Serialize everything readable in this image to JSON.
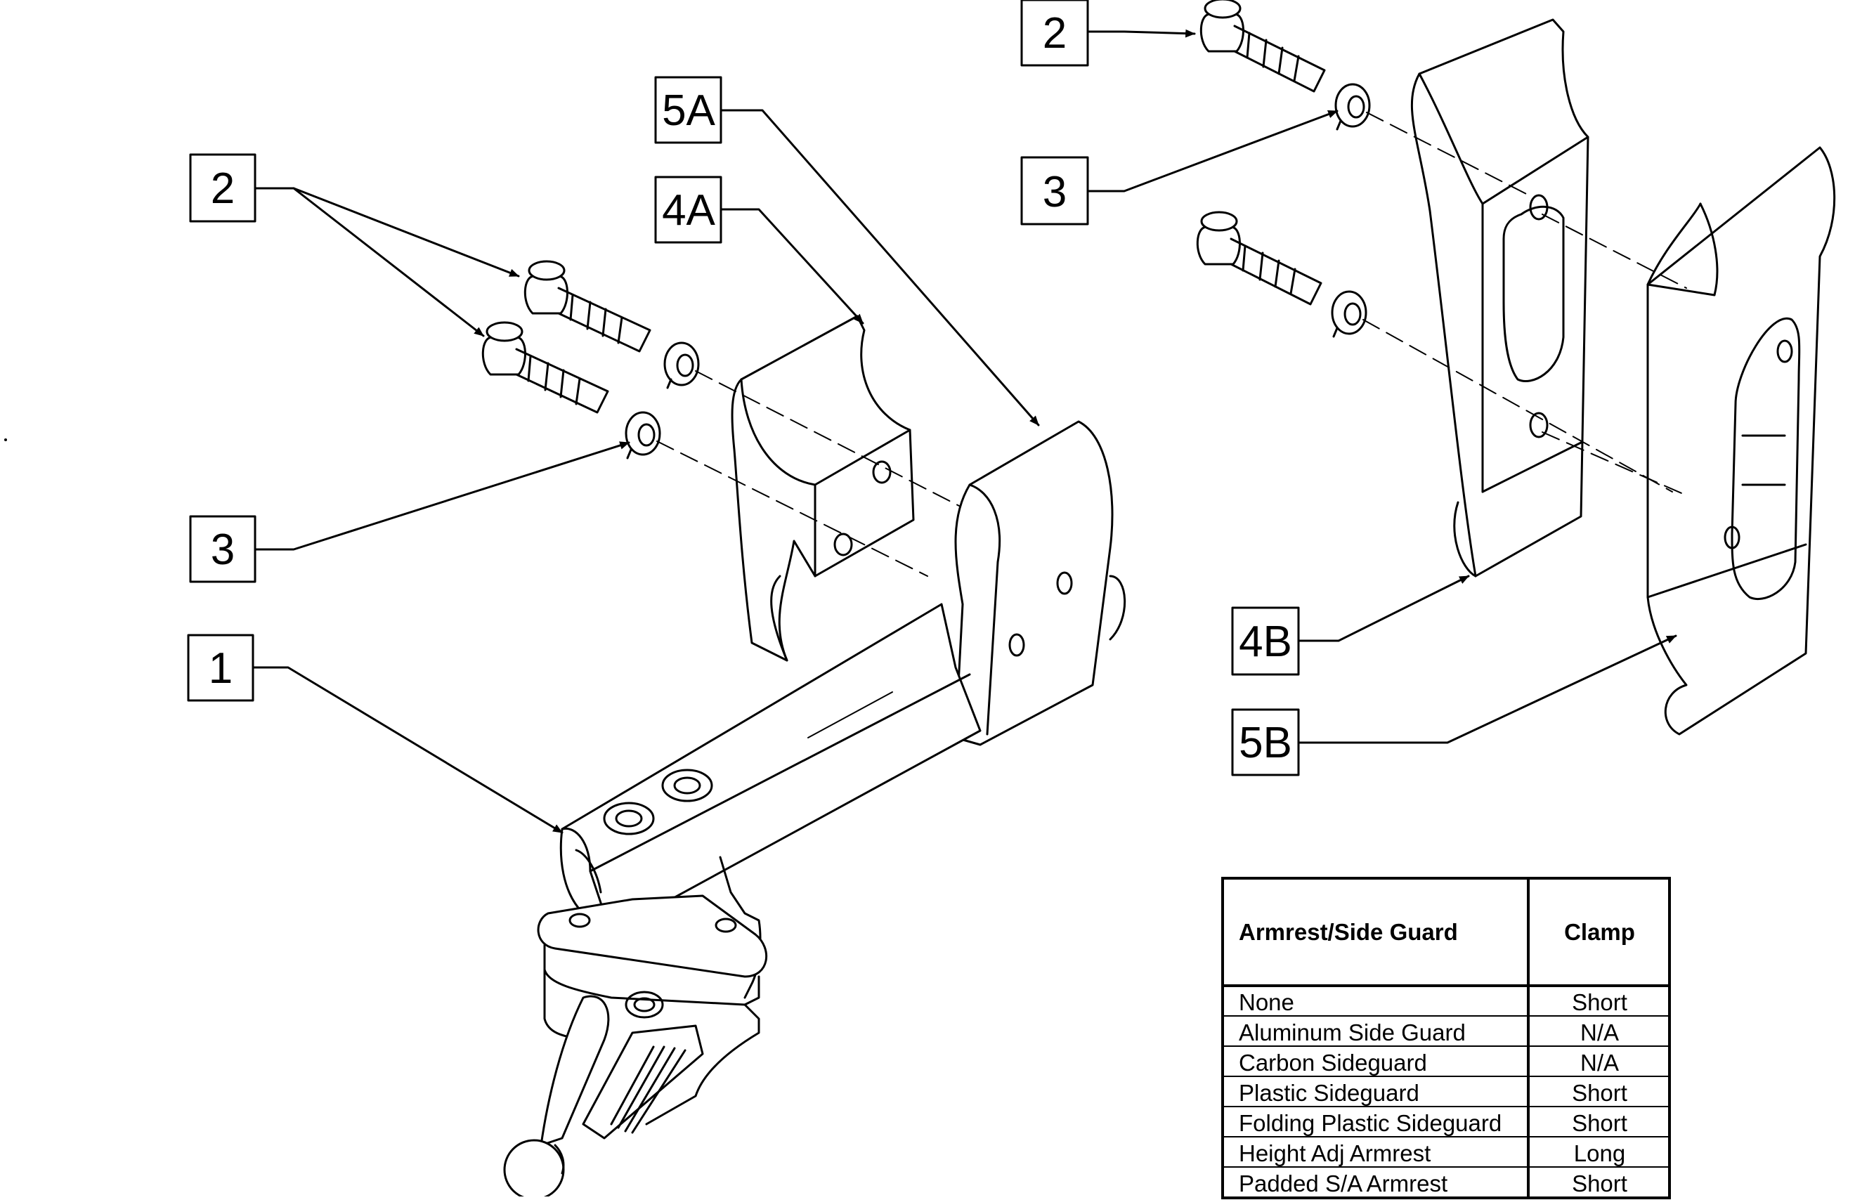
{
  "callouts": {
    "c2_left": "2",
    "c3_left": "3",
    "c1": "1",
    "c5a": "5A",
    "c4a": "4A",
    "c2_right": "2",
    "c3_right": "3",
    "c4b": "4B",
    "c5b": "5B"
  },
  "table": {
    "headers": [
      "Armrest/Side Guard",
      "Clamp"
    ],
    "rows": [
      [
        "None",
        "Short"
      ],
      [
        "Aluminum Side Guard",
        "N/A"
      ],
      [
        "Carbon Sideguard",
        "N/A"
      ],
      [
        "Plastic Sideguard",
        "Short"
      ],
      [
        "Folding Plastic Sideguard",
        "Short"
      ],
      [
        "Height Adj Armrest",
        "Long"
      ],
      [
        "Padded S/A Armrest",
        "Short"
      ]
    ]
  }
}
